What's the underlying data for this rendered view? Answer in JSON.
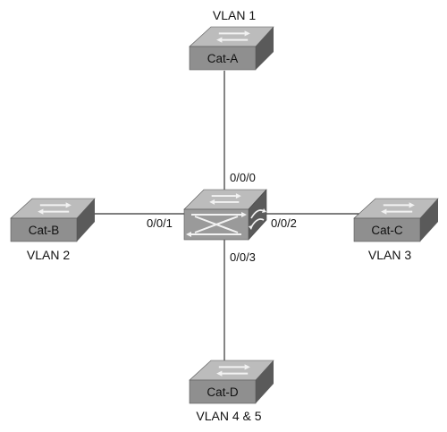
{
  "switches": {
    "cat_a": {
      "name": "Cat-A",
      "vlan": "VLAN 1"
    },
    "cat_b": {
      "name": "Cat-B",
      "vlan": "VLAN 2"
    },
    "cat_c": {
      "name": "Cat-C",
      "vlan": "VLAN 3"
    },
    "cat_d": {
      "name": "Cat-D",
      "vlan": "VLAN 4 & 5"
    }
  },
  "ports": {
    "north": "0/0/0",
    "west": "0/0/1",
    "east": "0/0/2",
    "south": "0/0/3"
  },
  "colors": {
    "switch_top": "#bcbcbc",
    "switch_front": "#8f8f8f",
    "switch_side": "#5a5a5a",
    "link": "#333333"
  }
}
